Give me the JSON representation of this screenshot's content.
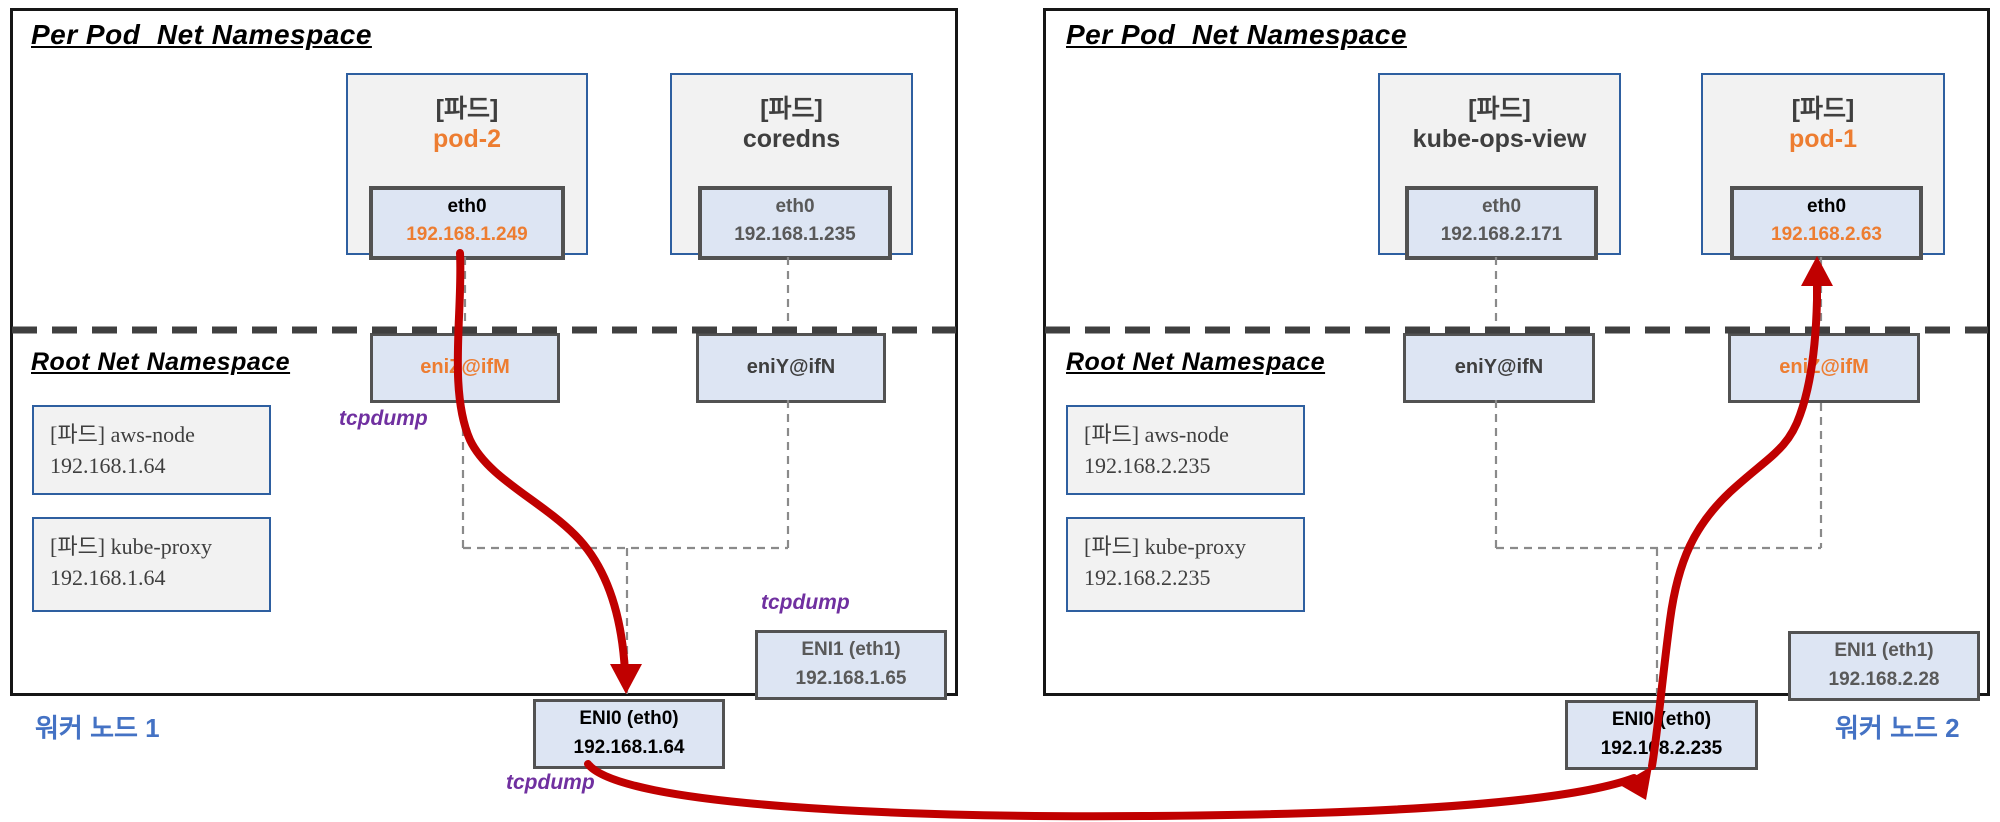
{
  "tcpdump_label": "tcpdump",
  "colors": {
    "traffic_red": "#C00000",
    "highlight_orange": "#ED7D31",
    "tcpdump_purple": "#7030A0",
    "node_label_blue": "#4472C4",
    "interface_fill": "#DDE5F3",
    "card_fill": "#F2F2F2"
  },
  "node1": {
    "per_pod_namespace_title": "Per Pod  Net Namespace",
    "root_namespace_title": "Root Net Namespace",
    "node_label": "워커 노드 1",
    "pods": [
      {
        "tag": "[파드]",
        "name": "pod-2",
        "highlight": true,
        "iface": "eth0",
        "ip": "192.168.1.249"
      },
      {
        "tag": "[파드]",
        "name": "coredns",
        "highlight": false,
        "iface": "eth0",
        "ip": "192.168.1.235"
      }
    ],
    "system_pods": [
      {
        "label": "[파드] aws-node",
        "ip": "192.168.1.64"
      },
      {
        "label": "[파드] kube-proxy",
        "ip": "192.168.1.64"
      }
    ],
    "veth_interfaces": [
      {
        "label": "eniZ@ifM",
        "highlight": true
      },
      {
        "label": "eniY@ifN",
        "highlight": false
      }
    ],
    "eni0": {
      "label": "ENI0 (eth0)",
      "ip": "192.168.1.64"
    },
    "eni1": {
      "label": "ENI1 (eth1)",
      "ip": "192.168.1.65"
    }
  },
  "node2": {
    "per_pod_namespace_title": "Per Pod  Net Namespace",
    "root_namespace_title": "Root Net Namespace",
    "node_label": "워커 노드 2",
    "pods": [
      {
        "tag": "[파드]",
        "name": "kube-ops-view",
        "highlight": false,
        "iface": "eth0",
        "ip": "192.168.2.171"
      },
      {
        "tag": "[파드]",
        "name": "pod-1",
        "highlight": true,
        "iface": "eth0",
        "ip": "192.168.2.63"
      }
    ],
    "system_pods": [
      {
        "label": "[파드] aws-node",
        "ip": "192.168.2.235"
      },
      {
        "label": "[파드] kube-proxy",
        "ip": "192.168.2.235"
      }
    ],
    "veth_interfaces": [
      {
        "label": "eniY@ifN",
        "highlight": false
      },
      {
        "label": "eniZ@ifM",
        "highlight": true
      }
    ],
    "eni0": {
      "label": "ENI0 (eth0)",
      "ip": "192.168.2.235"
    },
    "eni1": {
      "label": "ENI1 (eth1)",
      "ip": "192.168.2.28"
    }
  }
}
